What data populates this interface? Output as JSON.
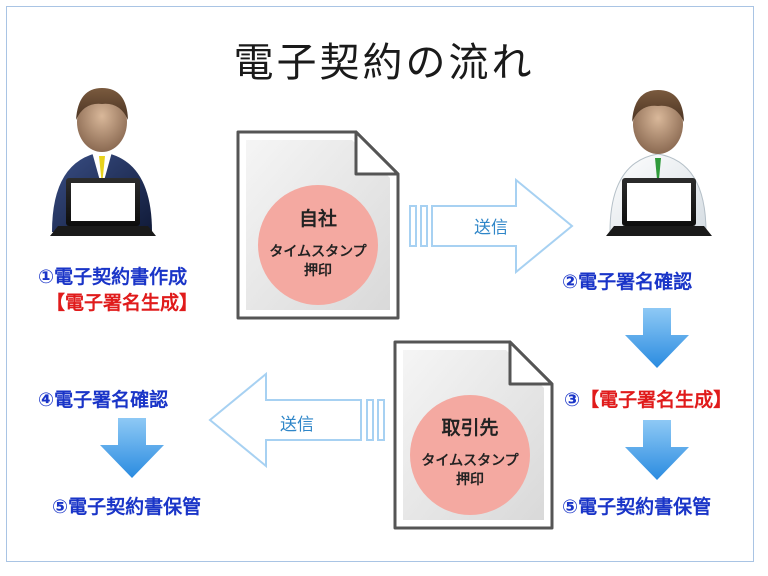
{
  "title": "電子契約の流れ",
  "left": {
    "step1": "①電子契約書作成",
    "step1_sub": "【電子署名生成】",
    "step4": "④電子署名確認",
    "step5": "⑤電子契約書保管"
  },
  "right": {
    "step2": "②電子署名確認",
    "step3_num": "③",
    "step3_text": "【電子署名生成】",
    "step5": "⑤電子契約書保管"
  },
  "doc_top": {
    "name": "自社",
    "line1": "タイムスタンプ",
    "line2": "押印"
  },
  "doc_bottom": {
    "name": "取引先",
    "line1": "タイムスタンプ",
    "line2": "押印"
  },
  "arrows": {
    "send_right": "送信",
    "send_left": "送信"
  },
  "colors": {
    "blue_text": "#1a35c8",
    "red_text": "#e01b1b",
    "arrow_outline": "#a7d1f2",
    "down_arrow": "#3b9ae6",
    "stamp": "#f4a9a1"
  }
}
